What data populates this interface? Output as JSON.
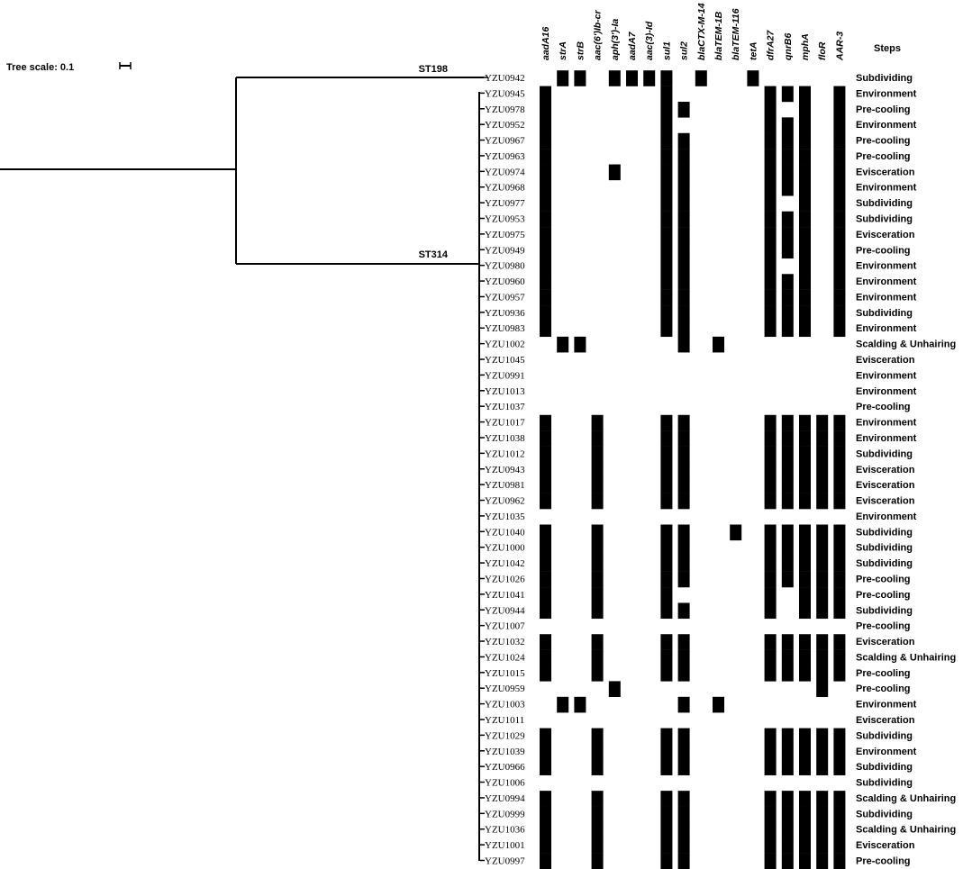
{
  "tree": {
    "scale_label": "Tree scale: 0.1",
    "clades": [
      {
        "label": "ST198",
        "members": [
          0
        ]
      },
      {
        "label": "ST314",
        "members": [
          1,
          50
        ]
      }
    ]
  },
  "genes": [
    "aadA16",
    "strA",
    "strB",
    "aac(6')Ib-cr",
    "aph(3')-Ia",
    "aadA7",
    "aac(3)-Id",
    "sul1",
    "sul2",
    "blaCTX-M-14",
    "blaTEM-1B",
    "blaTEM-116",
    "tetA",
    "dfrA27",
    "qnrB6",
    "mphA",
    "floR",
    "AAR-3"
  ],
  "steps_header": "Steps",
  "colors": {
    "presence": "#000000",
    "background": "#ffffff"
  },
  "isolates": [
    {
      "id": "YZU0942",
      "step": "Subdividing",
      "genes": [
        1,
        2,
        4,
        5,
        6,
        7,
        9,
        12
      ]
    },
    {
      "id": "YZU0945",
      "step": "Environment",
      "genes": [
        0,
        7,
        13,
        14,
        15,
        17
      ]
    },
    {
      "id": "YZU0978",
      "step": "Pre-cooling",
      "genes": [
        0,
        7,
        8,
        13,
        15,
        17
      ]
    },
    {
      "id": "YZU0952",
      "step": "Environment",
      "genes": [
        0,
        7,
        13,
        14,
        15,
        17
      ]
    },
    {
      "id": "YZU0967",
      "step": "Pre-cooling",
      "genes": [
        0,
        7,
        8,
        13,
        14,
        15,
        17
      ]
    },
    {
      "id": "YZU0963",
      "step": "Pre-cooling",
      "genes": [
        0,
        7,
        8,
        13,
        14,
        15,
        17
      ]
    },
    {
      "id": "YZU0974",
      "step": "Evisceration",
      "genes": [
        0,
        4,
        7,
        8,
        13,
        14,
        15,
        17
      ]
    },
    {
      "id": "YZU0968",
      "step": "Environment",
      "genes": [
        0,
        7,
        8,
        13,
        14,
        15,
        17
      ]
    },
    {
      "id": "YZU0977",
      "step": "Subdividing",
      "genes": [
        0,
        7,
        8,
        13,
        15,
        17
      ]
    },
    {
      "id": "YZU0953",
      "step": "Subdividing",
      "genes": [
        0,
        7,
        8,
        13,
        14,
        15,
        17
      ]
    },
    {
      "id": "YZU0975",
      "step": "Evisceration",
      "genes": [
        0,
        7,
        8,
        13,
        14,
        15,
        17
      ]
    },
    {
      "id": "YZU0949",
      "step": "Pre-cooling",
      "genes": [
        0,
        7,
        8,
        13,
        14,
        15,
        17
      ]
    },
    {
      "id": "YZU0980",
      "step": "Environment",
      "genes": [
        0,
        7,
        8,
        13,
        15,
        17
      ]
    },
    {
      "id": "YZU0960",
      "step": "Environment",
      "genes": [
        0,
        7,
        8,
        13,
        14,
        15,
        17
      ]
    },
    {
      "id": "YZU0957",
      "step": "Environment",
      "genes": [
        0,
        7,
        8,
        13,
        14,
        15,
        17
      ]
    },
    {
      "id": "YZU0936",
      "step": "Subdividing",
      "genes": [
        0,
        7,
        8,
        13,
        14,
        15,
        17
      ]
    },
    {
      "id": "YZU0983",
      "step": "Environment",
      "genes": [
        0,
        7,
        8,
        13,
        14,
        15,
        17
      ]
    },
    {
      "id": "YZU1002",
      "step": "Scalding & Unhairing",
      "genes": [
        1,
        2,
        8,
        10
      ]
    },
    {
      "id": "YZU1045",
      "step": "Evisceration",
      "genes": []
    },
    {
      "id": "YZU0991",
      "step": "Environment",
      "genes": []
    },
    {
      "id": "YZU1013",
      "step": "Environment",
      "genes": []
    },
    {
      "id": "YZU1037",
      "step": "Pre-cooling",
      "genes": []
    },
    {
      "id": "YZU1017",
      "step": "Environment",
      "genes": [
        0,
        3,
        7,
        8,
        13,
        14,
        15,
        16,
        17
      ]
    },
    {
      "id": "YZU1038",
      "step": "Environment",
      "genes": [
        0,
        3,
        7,
        8,
        13,
        14,
        15,
        16,
        17
      ]
    },
    {
      "id": "YZU1012",
      "step": "Subdividing",
      "genes": [
        0,
        3,
        7,
        8,
        13,
        14,
        15,
        16,
        17
      ]
    },
    {
      "id": "YZU0943",
      "step": "Evisceration",
      "genes": [
        0,
        3,
        7,
        8,
        13,
        14,
        15,
        16,
        17
      ]
    },
    {
      "id": "YZU0981",
      "step": "Evisceration",
      "genes": [
        0,
        3,
        7,
        8,
        13,
        14,
        15,
        16,
        17
      ]
    },
    {
      "id": "YZU0962",
      "step": "Evisceration",
      "genes": [
        0,
        3,
        7,
        8,
        13,
        14,
        15,
        16,
        17
      ]
    },
    {
      "id": "YZU1035",
      "step": "Environment",
      "genes": []
    },
    {
      "id": "YZU1040",
      "step": "Subdividing",
      "genes": [
        0,
        3,
        7,
        8,
        11,
        13,
        14,
        15,
        16,
        17
      ]
    },
    {
      "id": "YZU1000",
      "step": "Subdividing",
      "genes": [
        0,
        3,
        7,
        8,
        13,
        14,
        15,
        16,
        17
      ]
    },
    {
      "id": "YZU1042",
      "step": "Subdividing",
      "genes": [
        0,
        3,
        7,
        8,
        13,
        14,
        15,
        16,
        17
      ]
    },
    {
      "id": "YZU1026",
      "step": "Pre-cooling",
      "genes": [
        0,
        3,
        7,
        8,
        13,
        14,
        15,
        16,
        17
      ]
    },
    {
      "id": "YZU1041",
      "step": "Pre-cooling",
      "genes": [
        0,
        3,
        7,
        13,
        15,
        16,
        17
      ]
    },
    {
      "id": "YZU0944",
      "step": "Subdividing",
      "genes": [
        0,
        3,
        7,
        8,
        13,
        15,
        16,
        17
      ]
    },
    {
      "id": "YZU1007",
      "step": "Pre-cooling",
      "genes": []
    },
    {
      "id": "YZU1032",
      "step": "Evisceration",
      "genes": [
        0,
        3,
        7,
        8,
        13,
        14,
        15,
        16,
        17
      ]
    },
    {
      "id": "YZU1024",
      "step": "Scalding & Unhairing",
      "genes": [
        0,
        3,
        7,
        8,
        13,
        14,
        15,
        16,
        17
      ]
    },
    {
      "id": "YZU1015",
      "step": "Pre-cooling",
      "genes": [
        0,
        3,
        7,
        8,
        13,
        14,
        15,
        16,
        17
      ]
    },
    {
      "id": "YZU0959",
      "step": "Pre-cooling",
      "genes": [
        4,
        16
      ]
    },
    {
      "id": "YZU1003",
      "step": "Environment",
      "genes": [
        1,
        2,
        8,
        10
      ]
    },
    {
      "id": "YZU1011",
      "step": "Evisceration",
      "genes": []
    },
    {
      "id": "YZU1029",
      "step": "Subdividing",
      "genes": [
        0,
        3,
        7,
        8,
        13,
        14,
        15,
        16,
        17
      ]
    },
    {
      "id": "YZU1039",
      "step": "Environment",
      "genes": [
        0,
        3,
        7,
        8,
        13,
        14,
        15,
        16,
        17
      ]
    },
    {
      "id": "YZU0966",
      "step": "Subdividing",
      "genes": [
        0,
        3,
        7,
        8,
        13,
        14,
        15,
        16,
        17
      ]
    },
    {
      "id": "YZU1006",
      "step": "Subdividing",
      "genes": []
    },
    {
      "id": "YZU0994",
      "step": "Scalding & Unhairing",
      "genes": [
        0,
        3,
        7,
        8,
        13,
        14,
        15,
        16,
        17
      ]
    },
    {
      "id": "YZU0999",
      "step": "Subdividing",
      "genes": [
        0,
        3,
        7,
        8,
        13,
        14,
        15,
        16,
        17
      ]
    },
    {
      "id": "YZU1036",
      "step": "Scalding & Unhairing",
      "genes": [
        0,
        3,
        7,
        8,
        13,
        14,
        15,
        16,
        17
      ]
    },
    {
      "id": "YZU1001",
      "step": "Evisceration",
      "genes": [
        0,
        3,
        7,
        8,
        13,
        14,
        15,
        16,
        17
      ]
    },
    {
      "id": "YZU0997",
      "step": "Pre-cooling",
      "genes": [
        0,
        3,
        7,
        8,
        13,
        14,
        15,
        16,
        17
      ]
    }
  ]
}
